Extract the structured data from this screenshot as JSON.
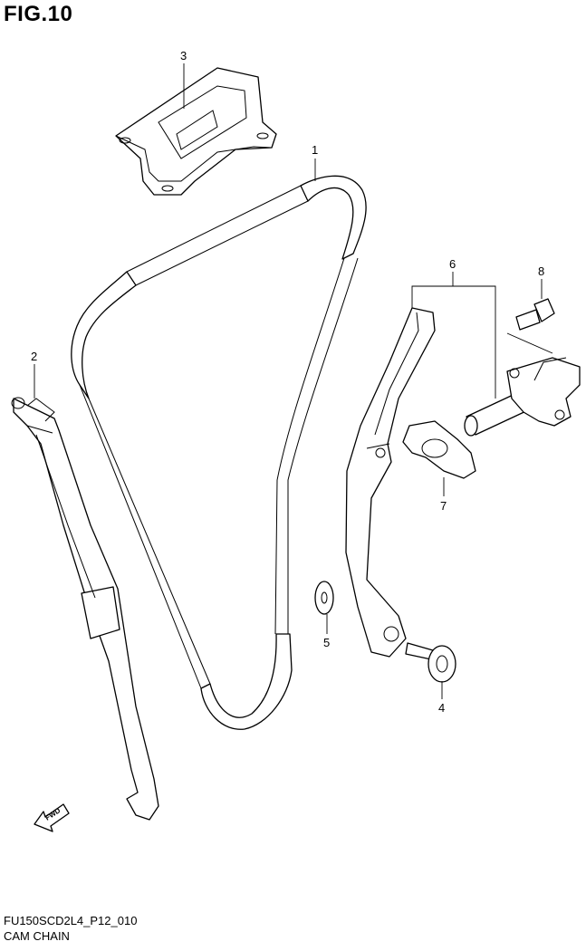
{
  "figure": {
    "title": "FIG.10",
    "code": "FU150SCD2L4_P12_010",
    "caption": "CAM CHAIN",
    "fwd_label": "FWD"
  },
  "callouts": [
    {
      "id": "1"
    },
    {
      "id": "2"
    },
    {
      "id": "3"
    },
    {
      "id": "4"
    },
    {
      "id": "5"
    },
    {
      "id": "6"
    },
    {
      "id": "7"
    },
    {
      "id": "8"
    }
  ]
}
